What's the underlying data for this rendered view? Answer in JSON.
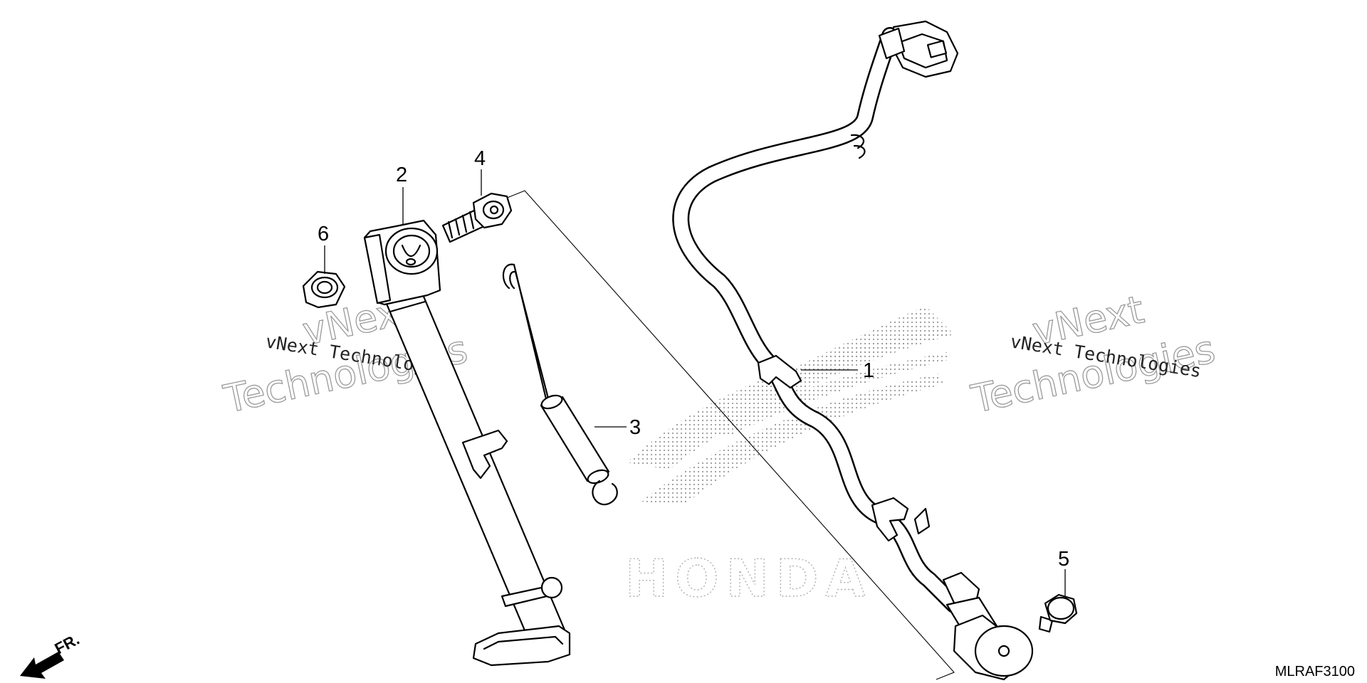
{
  "callouts": [
    {
      "id": "1",
      "label": "1"
    },
    {
      "id": "2",
      "label": "2"
    },
    {
      "id": "3",
      "label": "3"
    },
    {
      "id": "4",
      "label": "4"
    },
    {
      "id": "5",
      "label": "5"
    },
    {
      "id": "6",
      "label": "6"
    }
  ],
  "direction_label": "FR.",
  "diagram_code": "MLRAF3100",
  "watermark": {
    "line1": "vNext",
    "line2": "Technologies",
    "caption": "vNext Technologies"
  },
  "background_logo_text": "HONDA"
}
